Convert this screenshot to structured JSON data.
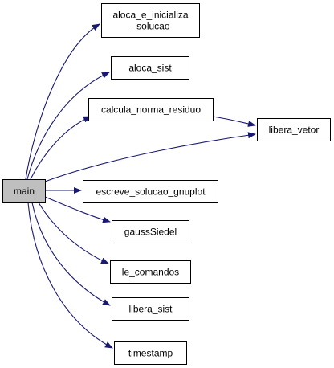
{
  "colors": {
    "edge": "#191970",
    "node_border": "#000000",
    "node_fill": "#ffffff",
    "root_fill": "#bfbfbf"
  },
  "nodes": [
    {
      "id": "main",
      "lines": [
        "main"
      ],
      "root": true
    },
    {
      "id": "aloca_e_inicializa_solucao",
      "lines": [
        "aloca_e_inicializa",
        "_solucao"
      ]
    },
    {
      "id": "aloca_sist",
      "lines": [
        "aloca_sist"
      ]
    },
    {
      "id": "calcula_norma_residuo",
      "lines": [
        "calcula_norma_residuo"
      ]
    },
    {
      "id": "libera_vetor",
      "lines": [
        "libera_vetor"
      ]
    },
    {
      "id": "escreve_solucao_gnuplot",
      "lines": [
        "escreve_solucao_gnuplot"
      ]
    },
    {
      "id": "gaussSiedel",
      "lines": [
        "gaussSiedel"
      ]
    },
    {
      "id": "le_comandos",
      "lines": [
        "le_comandos"
      ]
    },
    {
      "id": "libera_sist",
      "lines": [
        "libera_sist"
      ]
    },
    {
      "id": "timestamp",
      "lines": [
        "timestamp"
      ]
    }
  ],
  "edges": [
    {
      "from": "main",
      "to": "aloca_e_inicializa_solucao"
    },
    {
      "from": "main",
      "to": "aloca_sist"
    },
    {
      "from": "main",
      "to": "calcula_norma_residuo"
    },
    {
      "from": "main",
      "to": "libera_vetor"
    },
    {
      "from": "main",
      "to": "escreve_solucao_gnuplot"
    },
    {
      "from": "main",
      "to": "gaussSiedel"
    },
    {
      "from": "main",
      "to": "le_comandos"
    },
    {
      "from": "main",
      "to": "libera_sist"
    },
    {
      "from": "main",
      "to": "timestamp"
    },
    {
      "from": "calcula_norma_residuo",
      "to": "libera_vetor"
    }
  ]
}
